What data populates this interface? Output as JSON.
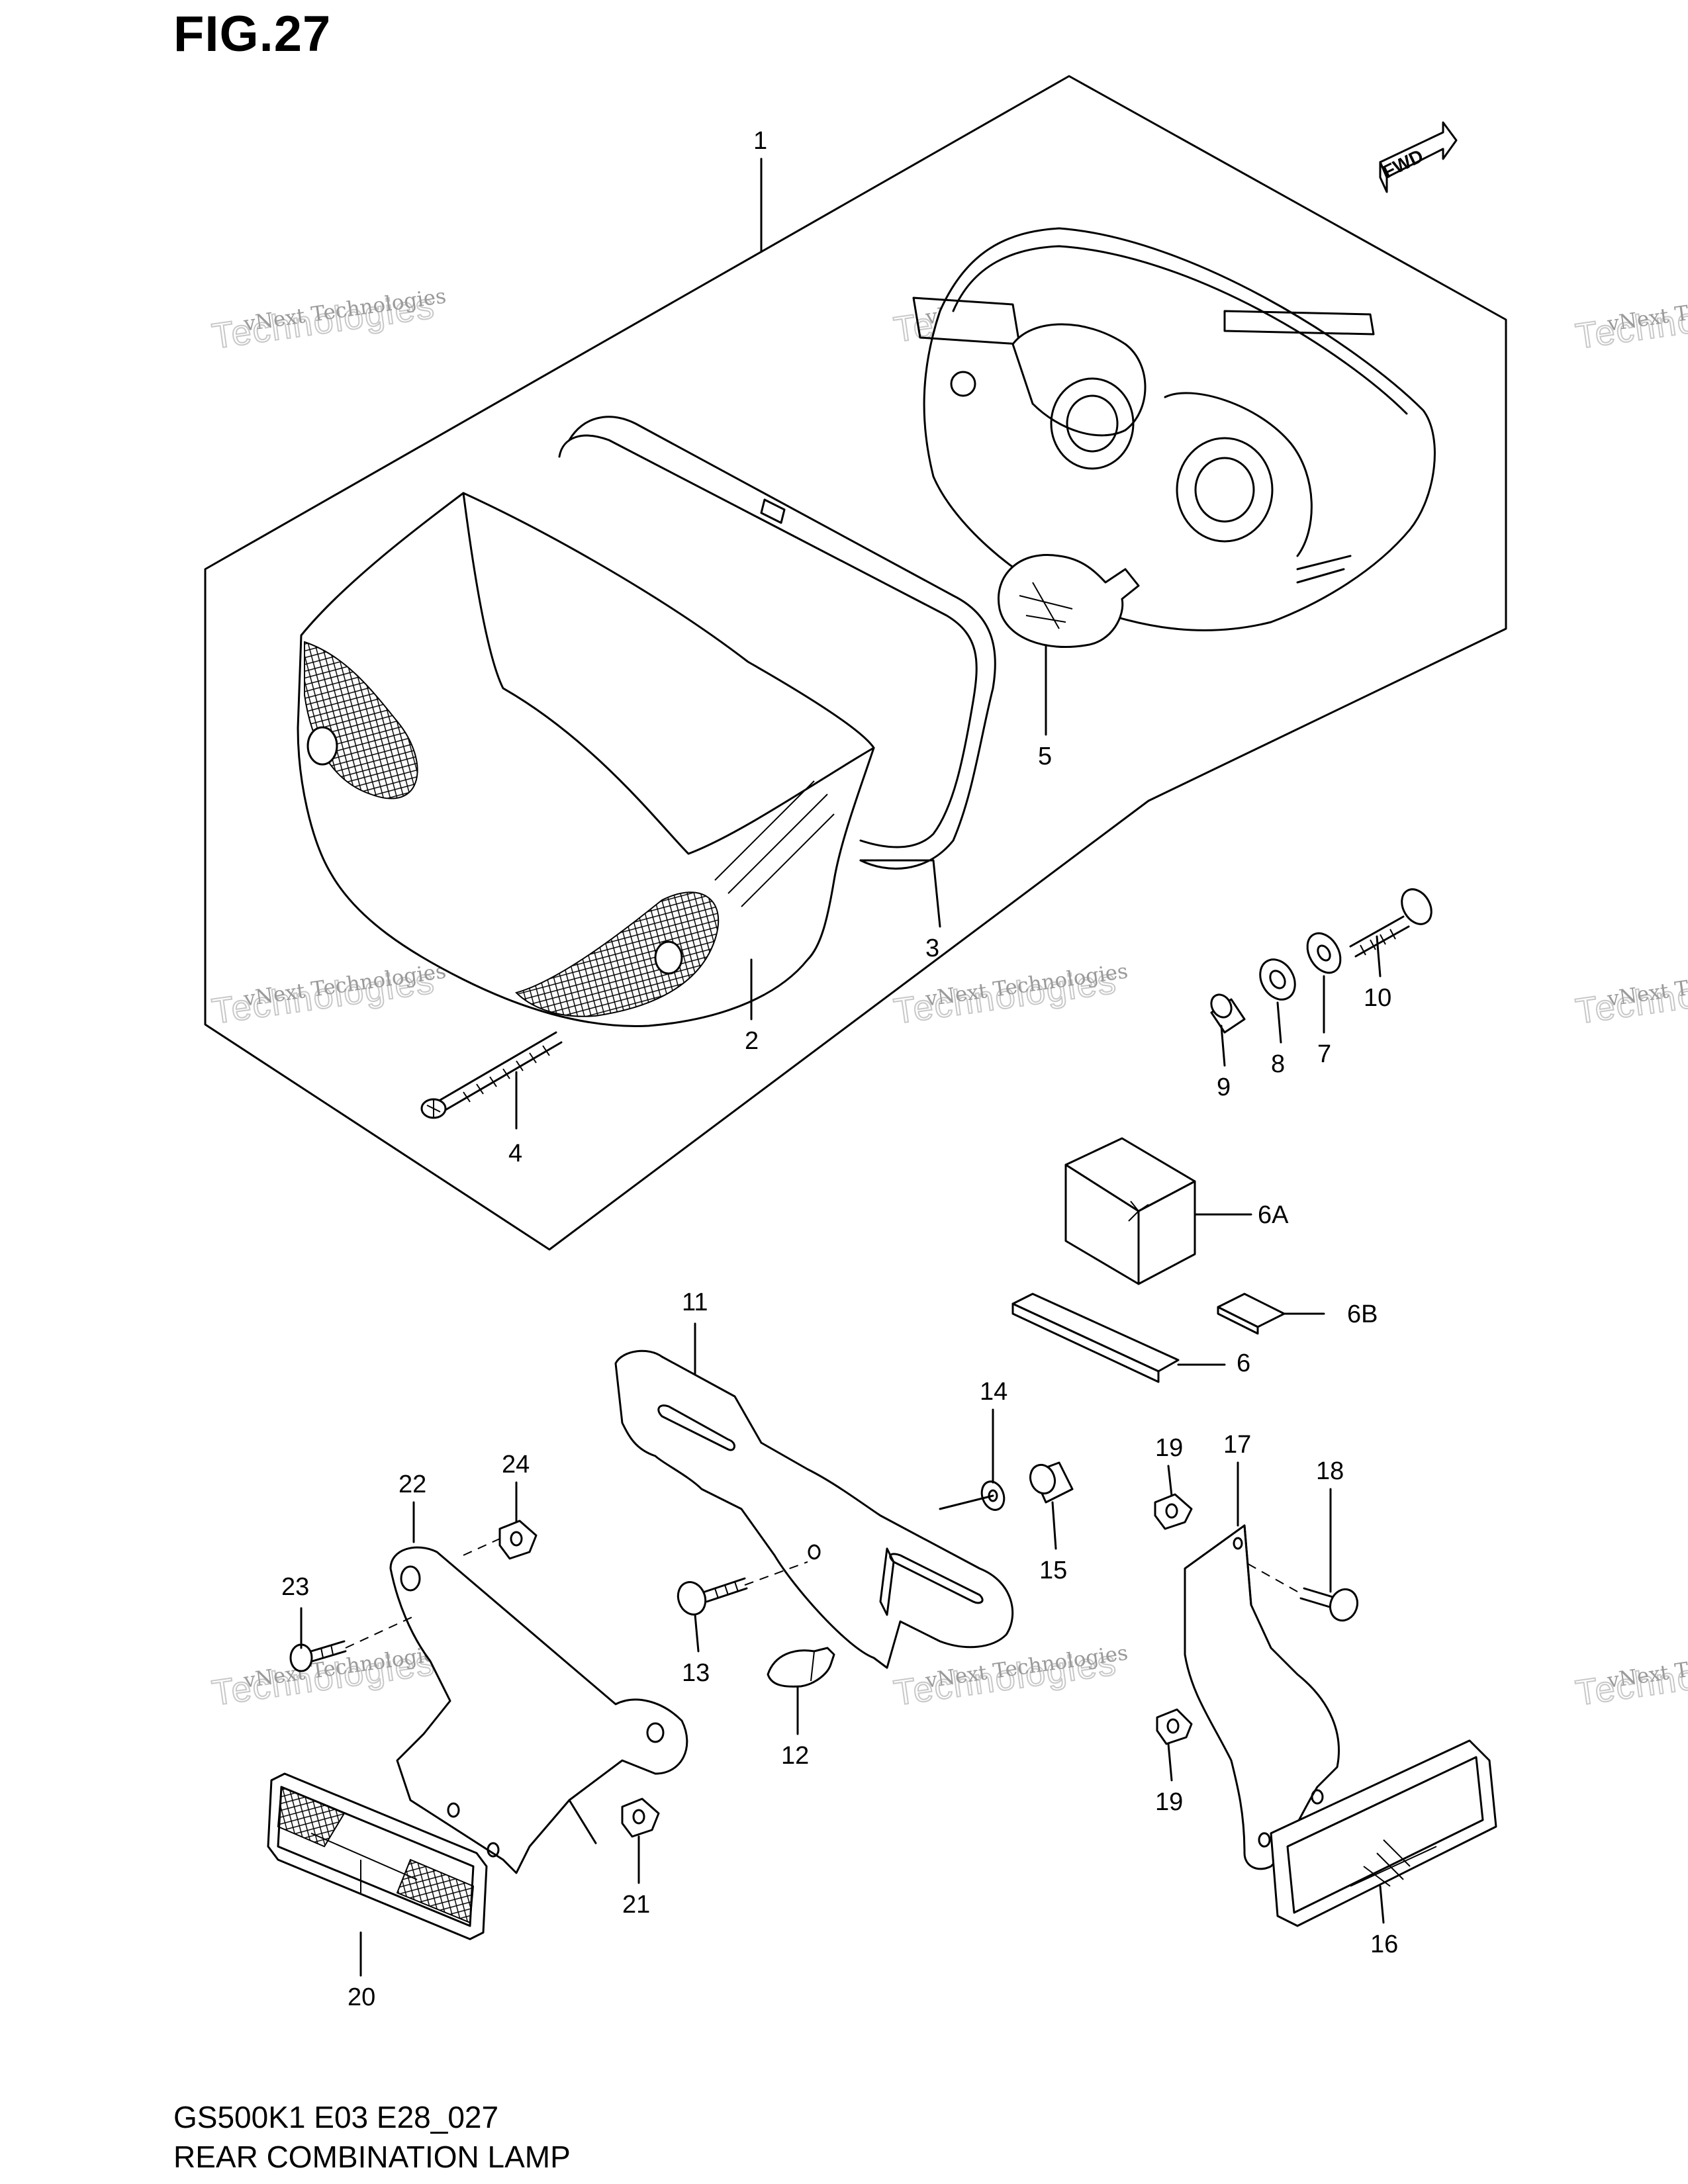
{
  "figure": {
    "title": "FIG.27",
    "model_code": "GS500K1 E03 E28_027",
    "name": "REAR COMBINATION LAMP"
  },
  "fwd_label": "FWD",
  "watermark": {
    "line1": "vNext Technologies",
    "line2": "Technologies",
    "line3": "vNext"
  },
  "parts": [
    "1",
    "2",
    "3",
    "4",
    "5",
    "6",
    "6A",
    "6B",
    "7",
    "8",
    "9",
    "10",
    "11",
    "12",
    "13",
    "14",
    "15",
    "16",
    "17",
    "18",
    "19",
    "19",
    "20",
    "21",
    "22",
    "23",
    "24"
  ]
}
